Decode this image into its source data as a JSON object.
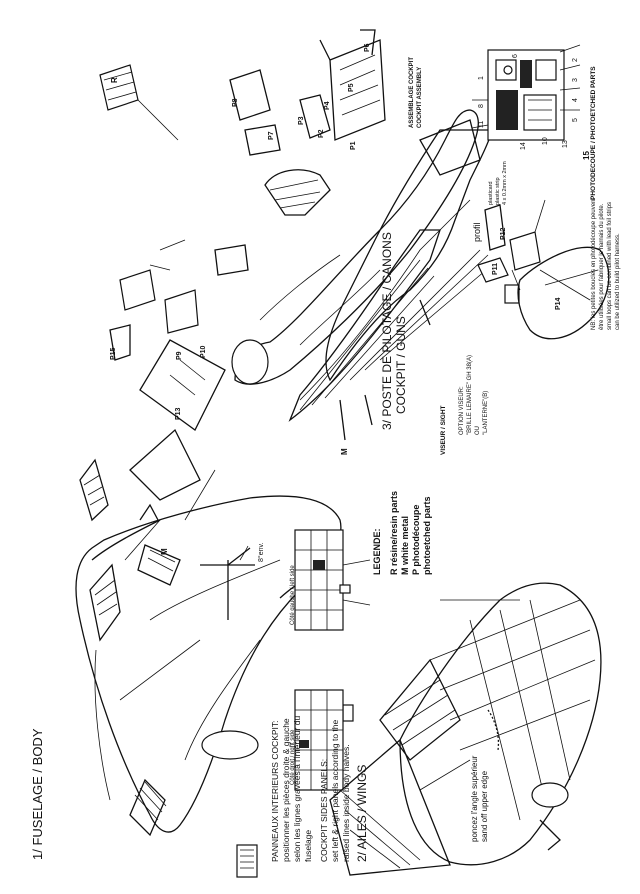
{
  "sections": {
    "fuselage": {
      "title": "1/ FUSELAGE / BODY"
    },
    "wings": {
      "title": "2/ AILES / WINGS"
    },
    "cockpit": {
      "title": "3/ POSTE DE PILOTAGE / CANONS",
      "subtitle": "COCKPIT / GUNS"
    }
  },
  "panels_note": {
    "fr_title": "PANNEAUX INTERIEURS COCKPIT:",
    "fr_lines": [
      "positionner les pièces droite & gauche",
      "selon les lignes gravées à l'intérieur du",
      "fuselage"
    ],
    "en_title": "COCKPIT SIDES PANELS:",
    "en_lines": [
      "set left & right panels according to the",
      "raised lines inside body halves."
    ]
  },
  "side_labels": {
    "right": "Côté droit / right side",
    "left": "Côté gauche / left side"
  },
  "legend": {
    "title": "LEGENDE:",
    "items": [
      "R  résine/resin parts",
      "M  white metal",
      "P  photodécoupe",
      "    photoetched parts"
    ]
  },
  "wing_note": [
    "poncez l'angle supérieur",
    "sand off upper edge"
  ],
  "angle_label": "8°env.",
  "cockpit_assembly": [
    "ASSEMBLAGE COCKPIT",
    "COCKPIT ASSEMBLY"
  ],
  "photoetch_title": "PHOTODECOUPE / PHOTOETCHED PARTS",
  "photoetch_note": [
    "NB: les petites boucles en photodécoupe peuvent",
    "être utilisées pour fabriquer le harnais du pilote.",
    "small loops can be combined with lead foil strips",
    "can be utilized to build pilot harness."
  ],
  "viseur": {
    "label": "VISEUR / SIGHT",
    "option": [
      "OPTION VISEUR:",
      "\"BRILLE LEMAIRE\" GH 38(A)",
      "OU",
      "\"LANTERNE\"(B)"
    ],
    "plastic": [
      "plasticard",
      "plastic strip",
      "4 x 0.2mm x 2mm"
    ],
    "profil": "profil"
  },
  "part_labels": {
    "R": "R",
    "M": "M",
    "P1": "P1",
    "P2": "P2",
    "P3": "P3",
    "P4": "P4",
    "P5": "P5",
    "P6": "P6",
    "P7": "P7",
    "P8": "P8",
    "P9": "P9",
    "P10": "P10",
    "P11": "P11",
    "P12": "P12",
    "P13": "P13",
    "P14": "P14",
    "P15": "P15",
    "fret_numbers": [
      "1",
      "2",
      "3",
      "4",
      "5",
      "6",
      "7",
      "8",
      "9",
      "10",
      "11",
      "12",
      "13",
      "14",
      "15"
    ],
    "A": "A",
    "B": "B"
  }
}
